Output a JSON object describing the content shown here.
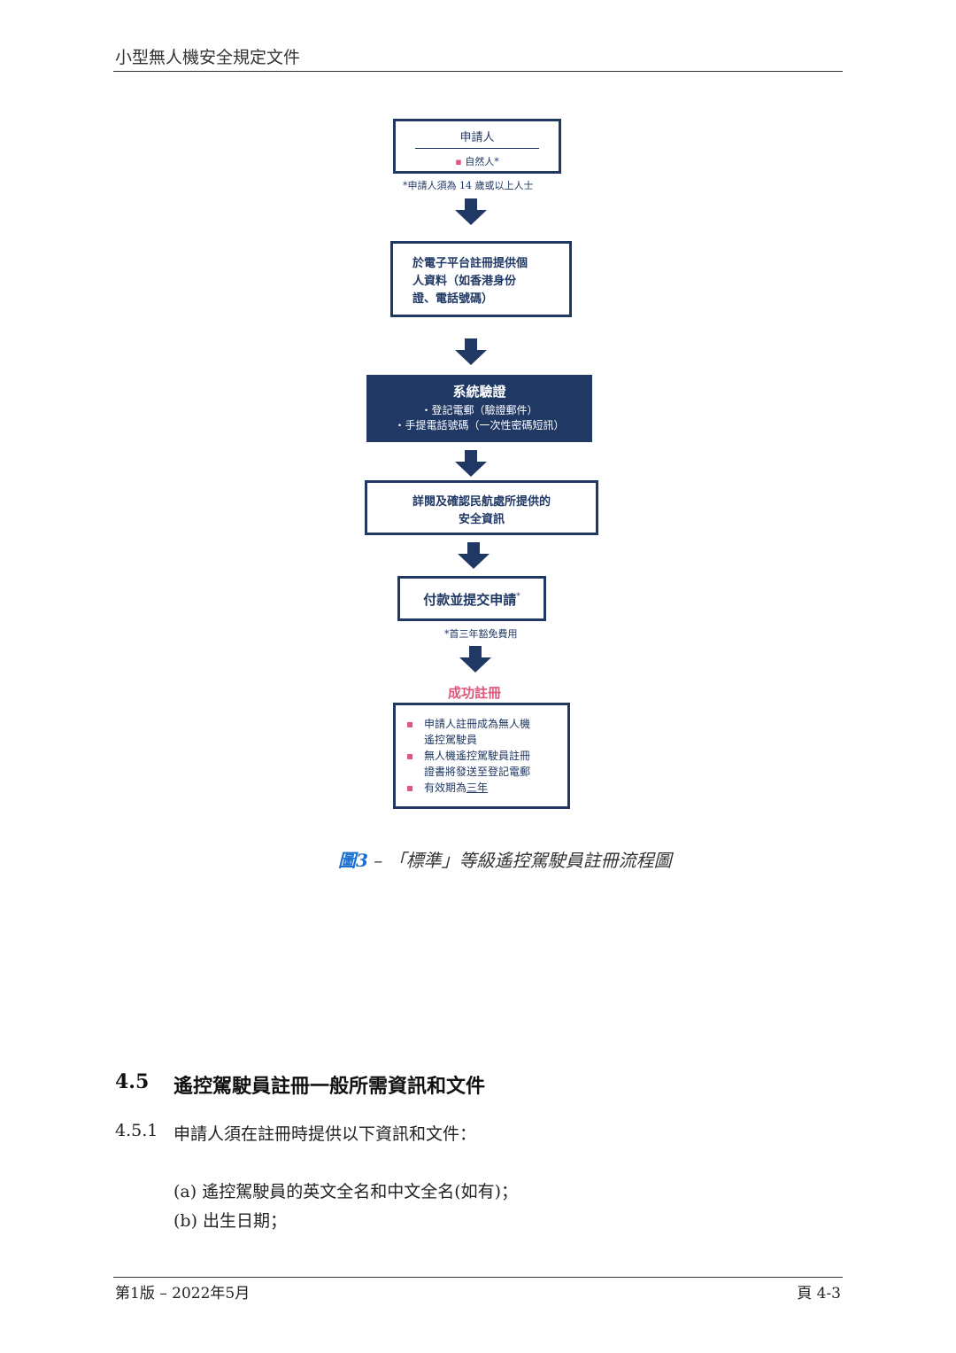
{
  "header": {
    "title": "小型無人機安全規定文件"
  },
  "flow": {
    "box1": {
      "title": "申請人",
      "bullet": "▪",
      "item": "自然人*"
    },
    "note1": "*申請人須為 14 歲或以上人士",
    "box2": {
      "lines": [
        "於電子平台註冊提供個",
        "人資料（如香港身份",
        "證、電話號碼）"
      ]
    },
    "box3": {
      "title": "系統驗證",
      "line1": "・登記電郵（驗證郵件）",
      "line2": "・手提電話號碼（一次性密碼短訊）"
    },
    "box4": {
      "line1": "詳閱及確認民航處所提供的",
      "line2": "安全資訊"
    },
    "box5": {
      "text": "付款並提交申請",
      "mark": "*"
    },
    "note2": "*首三年豁免費用",
    "success": "成功註冊",
    "box6": {
      "bullet": "▪",
      "item1_a": "申請人註冊成為無人機",
      "item1_b": "遙控駕駛員",
      "item2_a": "無人機遙控駕駛員註冊",
      "item2_b": "證書將發送至登記電郵",
      "item3_a": "有效期為",
      "item3_b": "三年"
    }
  },
  "caption": {
    "fig": "圖3",
    "dash": " – ",
    "text": "「標準」等級遙控駕駛員註冊流程圖"
  },
  "section": {
    "number": "4.5",
    "title": "遙控駕駛員註冊一般所需資訊和文件"
  },
  "paragraph": {
    "number": "4.5.1",
    "text": "申請人須在註冊時提供以下資訊和文件："
  },
  "items": [
    "(a)  遙控駕駛員的英文全名和中文全名(如有)；",
    "(b)  出生日期；"
  ],
  "footer": {
    "left": "第1版 – 2022年5月",
    "right": "頁 4-3"
  },
  "colors": {
    "navy": "#1f3864",
    "pink": "#e0567a",
    "caption_blue": "#1a6fd1"
  }
}
